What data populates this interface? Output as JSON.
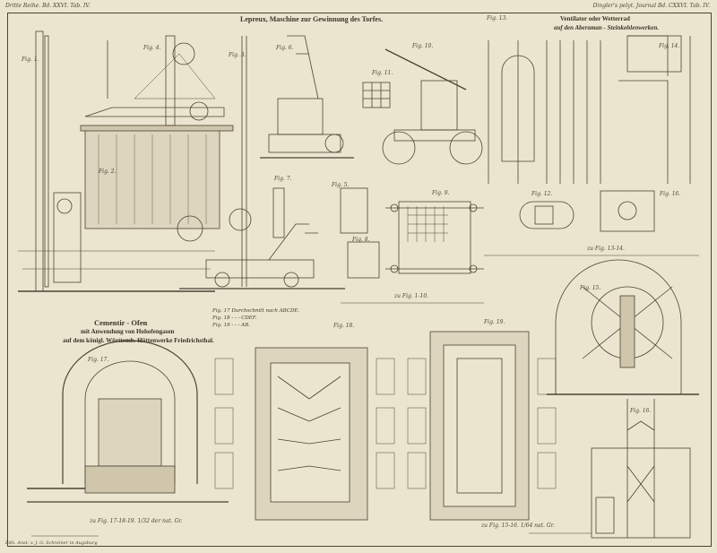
{
  "header": {
    "left": "Dritte Reihe. Bd. XXVI. Tab. IV.",
    "right": "Dingler's polyt. Journal Bd. CXXVI. Tab. IV."
  },
  "titles": {
    "torf": "Lepreux, Maschine zur Gewinnung des Torfes.",
    "ventilator_1": "Ventilator oder Wetterrad",
    "ventilator_2": "auf den Aberaman - Steinkohlenwerken.",
    "ofen_1": "Cementir - Ofen",
    "ofen_2": "mit Anwendung von Hohofengasen",
    "ofen_3": "auf dem königl. Württemb. Hüttenwerke Friedrichsthal."
  },
  "legend": [
    "Fig. 17 Durchschnitt nach ABCDE.",
    "Fig. 18  -  -  -  CDEF.",
    "Fig. 19  -  -  -  AB."
  ],
  "figures": {
    "f1": "Fig. 1.",
    "f2": "Fig. 2.",
    "f3": "Fig. 3.",
    "f4": "Fig. 4.",
    "f5": "Fig. 5.",
    "f6": "Fig. 6.",
    "f7": "Fig. 7.",
    "f8": "Fig. 8.",
    "f9": "Fig. 9.",
    "f10": "Fig. 10.",
    "f11": "Fig. 11.",
    "f12": "Fig. 12.",
    "f13": "Fig. 13.",
    "f14": "Fig. 14.",
    "f15": "Fig. 15.",
    "f16": "Fig. 16.",
    "f17": "Fig. 17.",
    "f18": "Fig. 18.",
    "f19": "Fig. 19."
  },
  "scales": {
    "s1": "zu Fig. 1-10.",
    "s2": "zu Fig. 13-14.",
    "s3": "zu Fig. 17-18-19. 1/32 der nat. Gr.",
    "s4": "zu Fig. 15-16. 1/64 nat. Gr.",
    "credit": "Lith. Anst. v. J. G. Schreiner in Augsburg"
  }
}
